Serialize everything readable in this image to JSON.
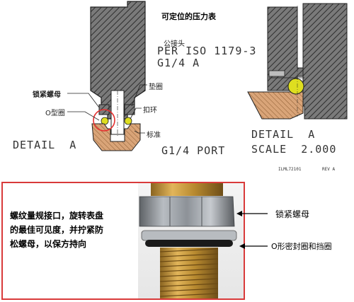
{
  "top": {
    "title": "可定位的压力表",
    "label_male": "公接头",
    "spec_line1": "PER ISO 1179-3",
    "spec_line2": "G1/4 A",
    "label_locknut": "锁紧螺母",
    "label_gasket": "垫圈",
    "label_oring": "O型圈",
    "label_retainer": "扣环",
    "label_standard": "标准",
    "detail_left": "DETAIL  A",
    "port_label": "G1/4 PORT",
    "detail_right": "DETAIL  A",
    "scale_label": "SCALE  2.000",
    "drawing_no": "ILML72101",
    "rev": "REV A"
  },
  "bottom": {
    "note": [
      "螺纹量规接口，旋转表盘",
      "的最佳可见度，并拧紧防",
      "松螺母，以保方持向"
    ],
    "callout_locknut": "锁紧螺母",
    "callout_seal": "O形密封圈和挡圈"
  },
  "colors": {
    "hatch": "#555555",
    "steel": "#6f6f6f",
    "bronze": "#d9a478",
    "seal_yellow": "#dede20",
    "highlight_red": "#e53030",
    "frame_red": "#d93a3a",
    "photo_brass": "#c99a3a"
  }
}
